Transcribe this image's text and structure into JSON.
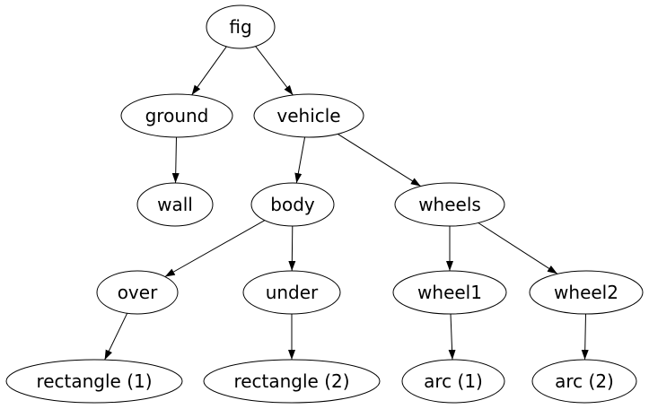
{
  "diagram": {
    "type": "directed-tree-graph",
    "nodes": [
      {
        "id": "fig",
        "label": "fig"
      },
      {
        "id": "ground",
        "label": "ground"
      },
      {
        "id": "vehicle",
        "label": "vehicle"
      },
      {
        "id": "wall",
        "label": "wall"
      },
      {
        "id": "body",
        "label": "body"
      },
      {
        "id": "wheels",
        "label": "wheels"
      },
      {
        "id": "over",
        "label": "over"
      },
      {
        "id": "under",
        "label": "under"
      },
      {
        "id": "wheel1",
        "label": "wheel1"
      },
      {
        "id": "wheel2",
        "label": "wheel2"
      },
      {
        "id": "rect1",
        "label": "rectangle (1)"
      },
      {
        "id": "rect2",
        "label": "rectangle (2)"
      },
      {
        "id": "arc1",
        "label": "arc (1)"
      },
      {
        "id": "arc2",
        "label": "arc (2)"
      }
    ],
    "edges": [
      {
        "from": "fig",
        "to": "ground"
      },
      {
        "from": "fig",
        "to": "vehicle"
      },
      {
        "from": "ground",
        "to": "wall"
      },
      {
        "from": "vehicle",
        "to": "body"
      },
      {
        "from": "vehicle",
        "to": "wheels"
      },
      {
        "from": "body",
        "to": "over"
      },
      {
        "from": "body",
        "to": "under"
      },
      {
        "from": "wheels",
        "to": "wheel1"
      },
      {
        "from": "wheels",
        "to": "wheel2"
      },
      {
        "from": "over",
        "to": "rect1"
      },
      {
        "from": "under",
        "to": "rect2"
      },
      {
        "from": "wheel1",
        "to": "arc1"
      },
      {
        "from": "wheel2",
        "to": "arc2"
      }
    ],
    "colors": {
      "background": "#ffffff",
      "node_fill": "#ffffff",
      "node_stroke": "#000000",
      "edge": "#000000",
      "text": "#000000"
    }
  }
}
